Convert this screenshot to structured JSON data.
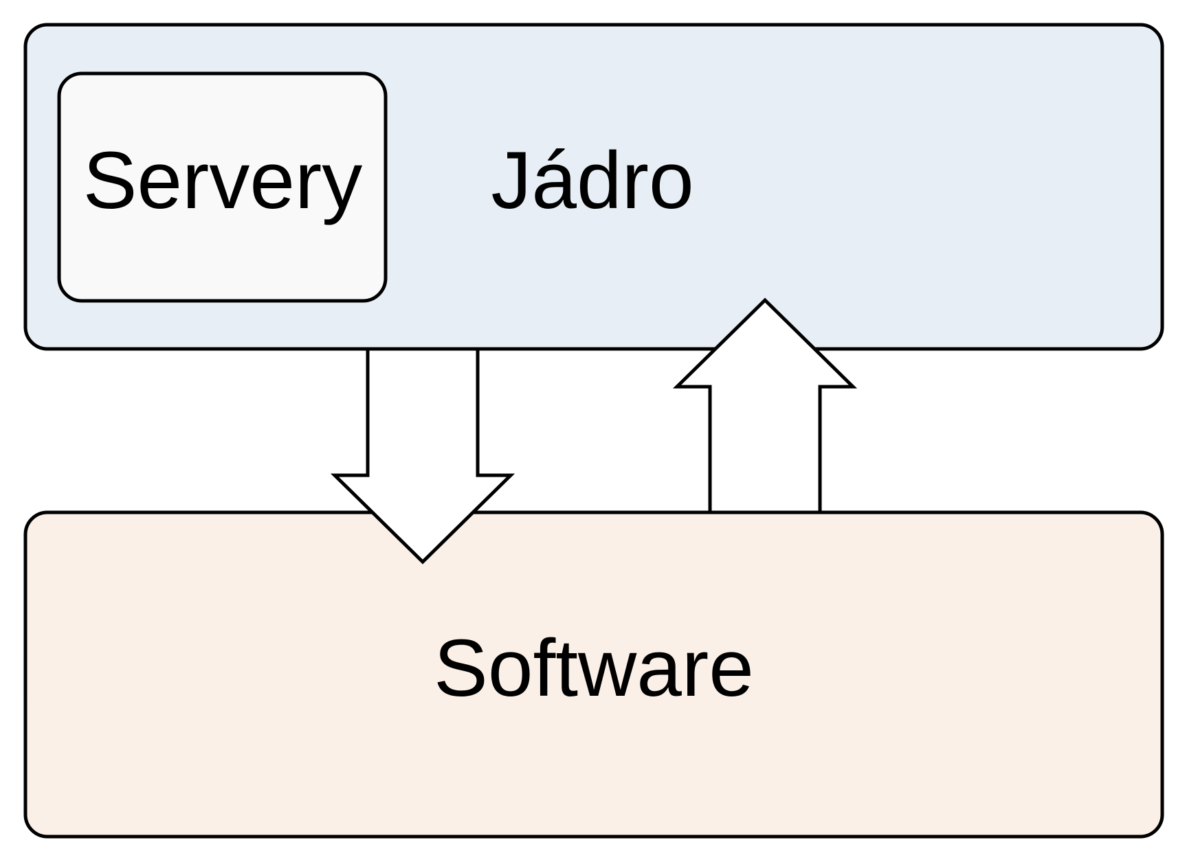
{
  "diagram": {
    "nodes": {
      "kernel": {
        "label": "Jádro"
      },
      "servers": {
        "label": "Servery"
      },
      "software": {
        "label": "Software"
      }
    },
    "edges": [
      {
        "from": "kernel",
        "to": "software",
        "direction": "down"
      },
      {
        "from": "software",
        "to": "kernel",
        "direction": "up"
      }
    ]
  },
  "colors": {
    "kernel_fill": "#e7eef5",
    "servers_fill": "#f9f9f9",
    "software_fill": "#faf0e8",
    "arrow_fill": "#ffffff",
    "stroke": "#000000"
  }
}
